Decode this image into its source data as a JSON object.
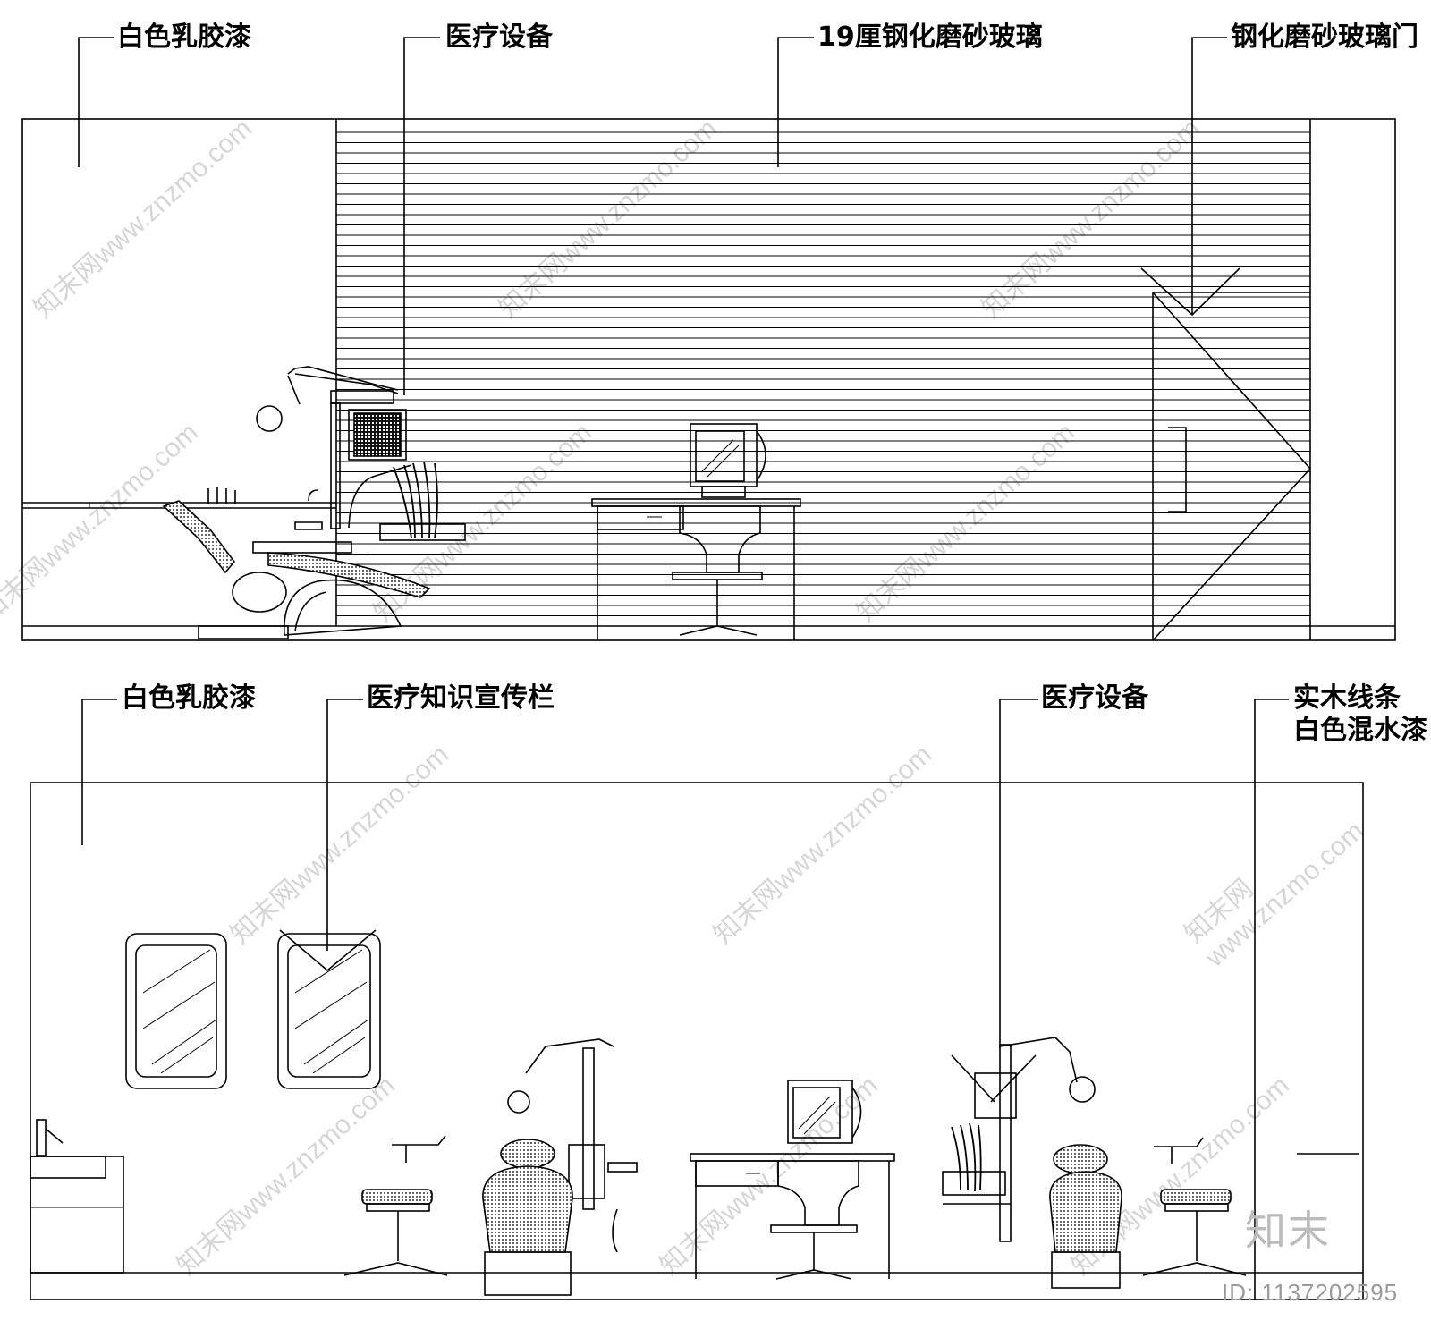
{
  "top_elevation": {
    "labels": [
      "白色乳胶漆",
      "医疗设备",
      "19厘钢化磨砂玻璃",
      "钢化磨砂玻璃门"
    ]
  },
  "bottom_elevation": {
    "labels": [
      "白色乳胶漆",
      "医疗知识宣传栏",
      "医疗设备",
      "实木线条",
      "白色混水漆"
    ]
  },
  "watermark": {
    "text": "知末网www.znzmo.com",
    "brand": "知末",
    "id": "ID: 1137202595"
  }
}
